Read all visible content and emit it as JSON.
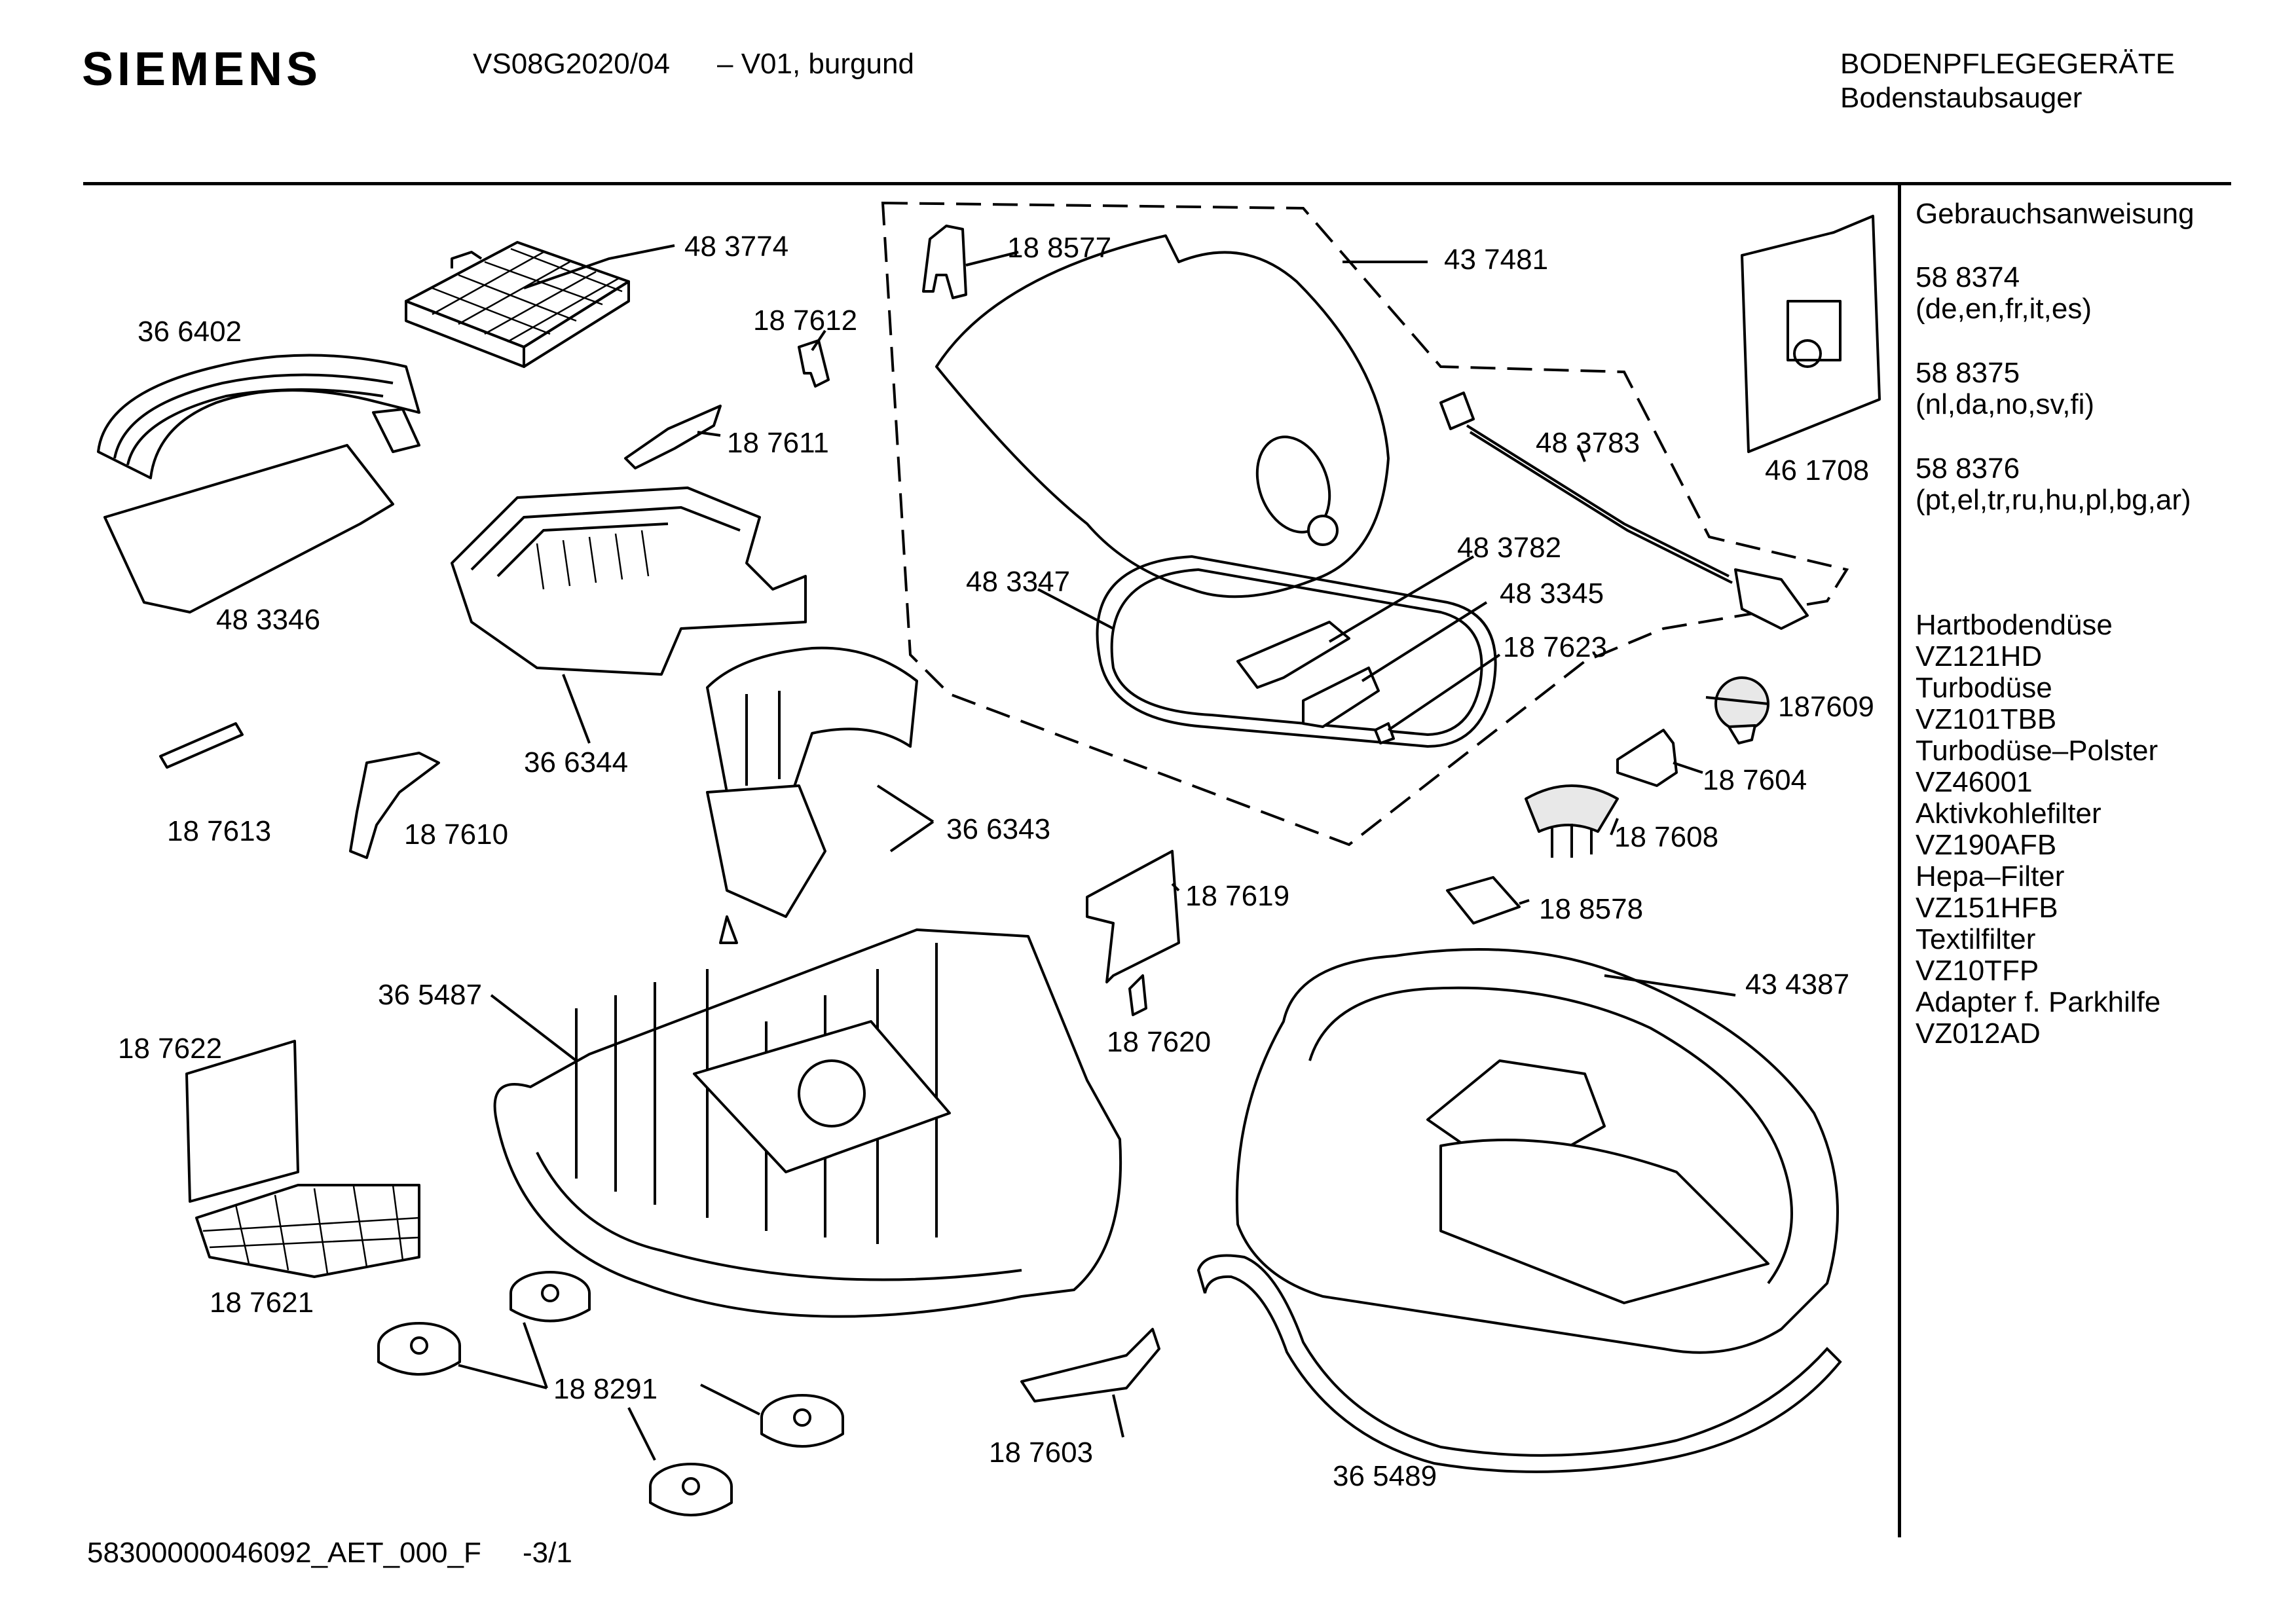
{
  "header": {
    "brand": "SIEMENS",
    "model": "VS08G2020/04",
    "variant": "– V01, burgund",
    "category": "BODENPFLEGEGERÄTE",
    "subcategory": "Bodenstaubsauger"
  },
  "parts": {
    "p366402": "36 6402",
    "p483774": "48 3774",
    "p187612": "18 7612",
    "p188577": "18 8577",
    "p437481": "43 7481",
    "p187611": "18 7611",
    "p483346": "48 3346",
    "p483783": "48 3783",
    "p461708": "46 1708",
    "p483347": "48 3347",
    "p483782": "48 3782",
    "p483345": "48 3345",
    "p187623": "18 7623",
    "p366344": "36 6344",
    "p187613": "18 7613",
    "p187610": "18 7610",
    "p366343": "36 6343",
    "p187609": "187609",
    "p187604": "18 7604",
    "p187608": "18 7608",
    "p187619": "18 7619",
    "p188578": "18 8578",
    "p365487": "36 5487",
    "p434387": "43 4387",
    "p187622": "18 7622",
    "p187620": "18 7620",
    "p187621": "18 7621",
    "p188291": "18 8291",
    "p187603": "18 7603",
    "p365489": "36 5489"
  },
  "sidebar": {
    "manual_title": "Gebrauchsanweisung",
    "manuals": [
      {
        "number": "58 8374",
        "langs": "(de,en,fr,it,es)"
      },
      {
        "number": "58 8375",
        "langs": "(nl,da,no,sv,fi)"
      },
      {
        "number": "58 8376",
        "langs": "(pt,el,tr,ru,hu,pl,bg,ar)"
      }
    ],
    "accessories": [
      "Hartbodendüse",
      "VZ121HD",
      "Turbodüse",
      "VZ101TBB",
      "Turbodüse–Polster",
      "VZ46001",
      "Aktivkohlefilter",
      "VZ190AFB",
      "Hepa–Filter",
      "VZ151HFB",
      "Textilfilter",
      "VZ10TFP",
      "Adapter f. Parkhilfe",
      "VZ012AD"
    ]
  },
  "footer": {
    "doc_id": "58300000046092_AET_000_F",
    "page": "-3/1"
  }
}
